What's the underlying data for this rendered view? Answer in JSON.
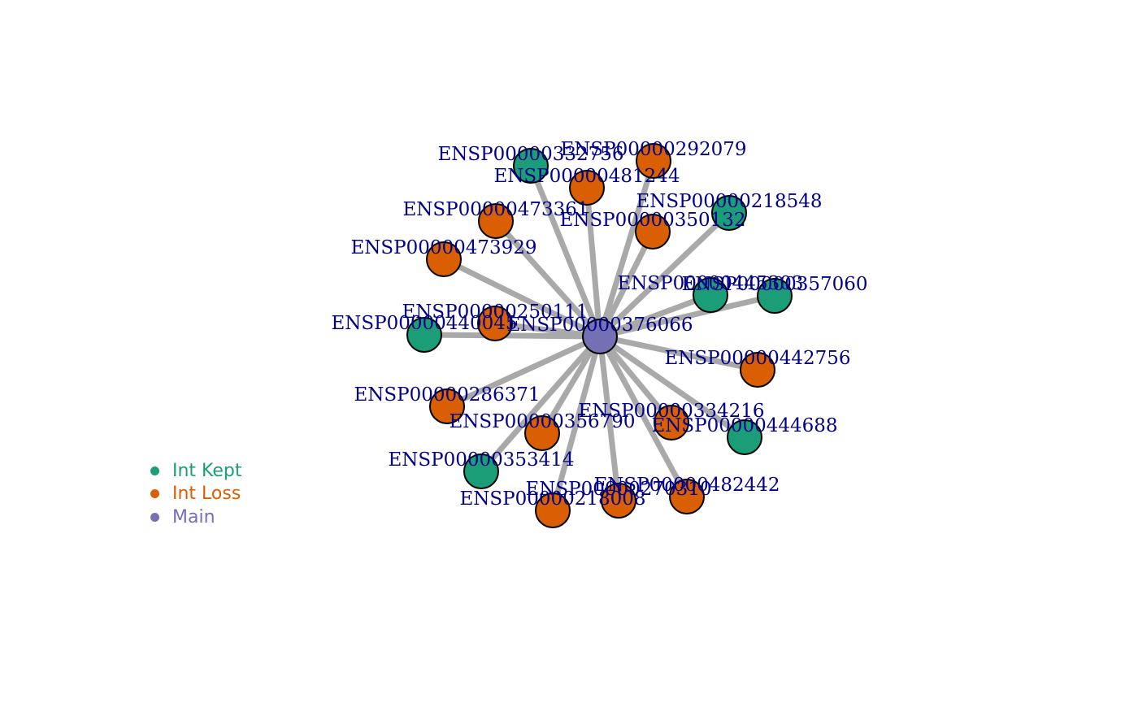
{
  "network": {
    "center_node": "ENSP00000376066",
    "colors": {
      "Int Kept": "#1b9e77",
      "Int Loss": "#d95f02",
      "Main": "#7570b3",
      "edge": "#a9a9a9",
      "label": "#00008b",
      "node_border": "#000000"
    },
    "nodes": [
      {
        "id": "ENSP00000376066",
        "group": "Main"
      },
      {
        "id": "ENSP00000332756",
        "group": "Int Kept"
      },
      {
        "id": "ENSP00000292079",
        "group": "Int Loss"
      },
      {
        "id": "ENSP00000481244",
        "group": "Int Loss"
      },
      {
        "id": "ENSP00000218548",
        "group": "Int Kept"
      },
      {
        "id": "ENSP00000473361",
        "group": "Int Loss"
      },
      {
        "id": "ENSP00000350132",
        "group": "Int Loss"
      },
      {
        "id": "ENSP00000473929",
        "group": "Int Loss"
      },
      {
        "id": "ENSP00000445303",
        "group": "Int Kept"
      },
      {
        "id": "ENSP00000357060",
        "group": "Int Kept"
      },
      {
        "id": "ENSP00000250111",
        "group": "Int Loss"
      },
      {
        "id": "ENSP00000440045",
        "group": "Int Kept"
      },
      {
        "id": "ENSP00000442756",
        "group": "Int Loss"
      },
      {
        "id": "ENSP00000286371",
        "group": "Int Loss"
      },
      {
        "id": "ENSP00000334216",
        "group": "Int Loss"
      },
      {
        "id": "ENSP00000356790",
        "group": "Int Loss"
      },
      {
        "id": "ENSP00000444688",
        "group": "Int Kept"
      },
      {
        "id": "ENSP00000353414",
        "group": "Int Kept"
      },
      {
        "id": "ENSP00000482442",
        "group": "Int Loss"
      },
      {
        "id": "ENSP00000270310",
        "group": "Int Loss"
      },
      {
        "id": "ENSP00000218008",
        "group": "Int Loss"
      }
    ]
  },
  "legend": [
    {
      "label": "Int Kept",
      "color": "#1b9e77"
    },
    {
      "label": "Int Loss",
      "color": "#d95f02"
    },
    {
      "label": "Main",
      "color": "#7570b3"
    }
  ]
}
